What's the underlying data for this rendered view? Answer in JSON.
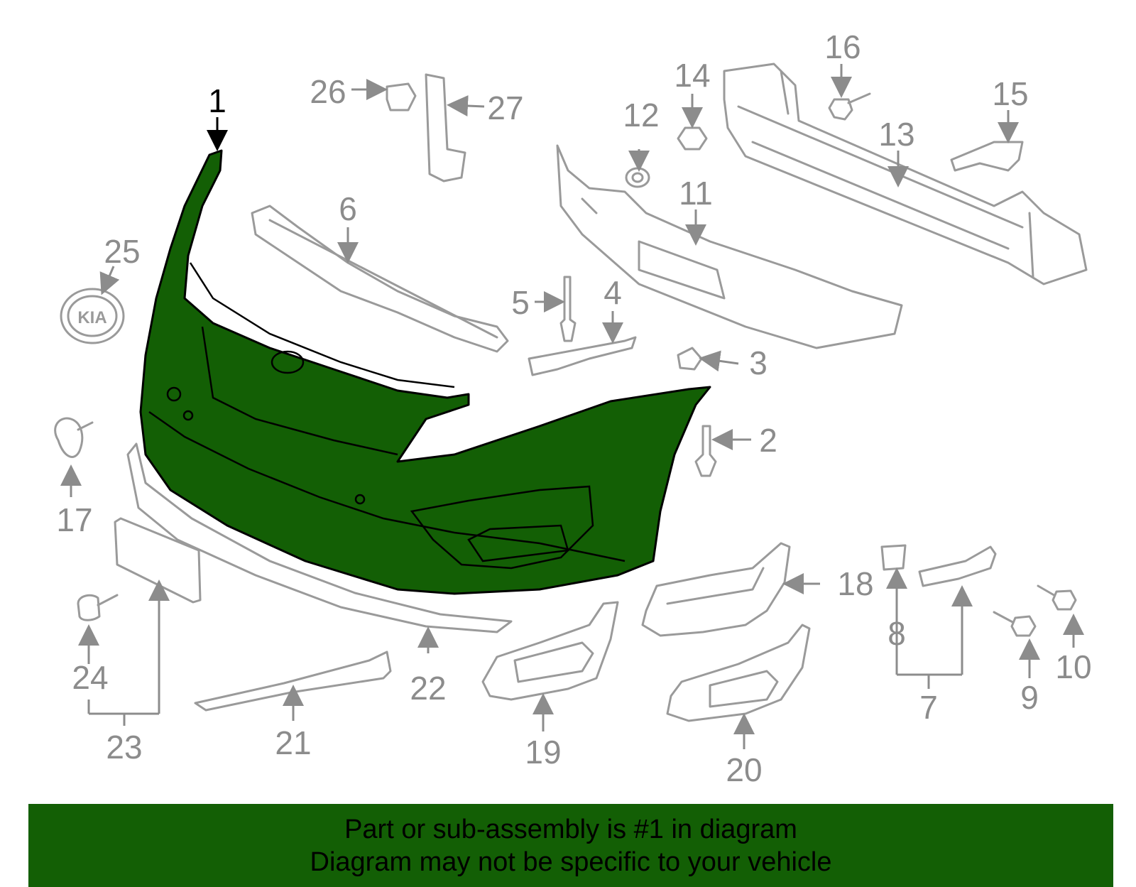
{
  "diagram": {
    "highlight_color": "#135f05",
    "line_color": "#9a9a9a",
    "callouts": [
      "1",
      "2",
      "3",
      "4",
      "5",
      "6",
      "7",
      "8",
      "9",
      "10",
      "11",
      "12",
      "13",
      "14",
      "15",
      "16",
      "17",
      "18",
      "19",
      "20",
      "21",
      "22",
      "23",
      "24",
      "25",
      "26",
      "27"
    ],
    "emblem_text": "KIA"
  },
  "banner": {
    "line1": "Part or sub-assembly is #1 in diagram",
    "line2": "Diagram may not be specific to your vehicle"
  }
}
